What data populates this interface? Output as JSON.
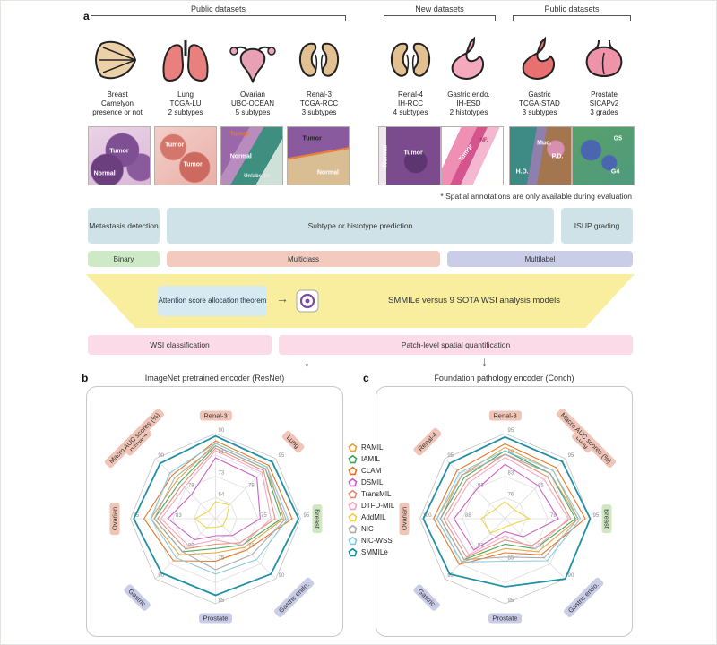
{
  "panel_a": {
    "label": "a",
    "group_brackets": [
      {
        "label": "Public datasets"
      },
      {
        "label": "New datasets"
      },
      {
        "label": "Public datasets"
      }
    ],
    "datasets": [
      {
        "organ": "Breast",
        "source": "Camelyon",
        "task": "presence or not",
        "icon": "breast-icon"
      },
      {
        "organ": "Lung",
        "source": "TCGA-LU",
        "task": "2 subtypes",
        "icon": "lung-icon"
      },
      {
        "organ": "Ovarian",
        "source": "UBC-OCEAN",
        "task": "5 subtypes",
        "icon": "uterus-icon"
      },
      {
        "organ": "Renal-3",
        "source": "TCGA-RCC",
        "task": "3 subtypes",
        "icon": "kidney-icon"
      },
      {
        "organ": "Renal-4",
        "source": "IH-RCC",
        "task": "4 subtypes",
        "icon": "kidney-icon"
      },
      {
        "organ": "Gastric endo.",
        "source": "IH-ESD",
        "task": "2 histotypes",
        "icon": "stomach-pink-icon"
      },
      {
        "organ": "Gastric",
        "source": "TCGA-STAD",
        "task": "3 subtypes",
        "icon": "stomach-red-icon"
      },
      {
        "organ": "Prostate",
        "source": "SICAPv2",
        "task": "3 grades",
        "icon": "prostate-icon"
      }
    ],
    "thumbnails": [
      {
        "name": "breast-histology",
        "labels": [
          "Tumor",
          "Normal"
        ]
      },
      {
        "name": "lung-histology",
        "labels": [
          "Tumor",
          "Tumor"
        ]
      },
      {
        "name": "ovarian-histology",
        "labels": [
          "Tumor",
          "Normal",
          "Unlabeled"
        ]
      },
      {
        "name": "renal3-histology",
        "labels": [
          "Tumor",
          "Normal"
        ]
      },
      {
        "name": "renal4-histology",
        "labels": [
          "Normal",
          "Tumor"
        ]
      },
      {
        "name": "gastric-endo-histology",
        "labels": [
          "Tumor",
          "INF."
        ]
      },
      {
        "name": "gastric-histology",
        "labels": [
          "Muc.",
          "P.D.",
          "H.D."
        ]
      },
      {
        "name": "prostate-histology",
        "labels": [
          "G5",
          "G4"
        ]
      }
    ],
    "note": "* Spatial annotations are only available during evaluation",
    "task_boxes": [
      "Metastasis detection",
      "Subtype or histotype prediction",
      "ISUP grading"
    ],
    "class_boxes": [
      {
        "label": "Binary",
        "color": "#cde9c6"
      },
      {
        "label": "Multiclass",
        "color": "#f2cabe"
      },
      {
        "label": "Multilabel",
        "color": "#c9cde8"
      }
    ],
    "funnel": {
      "attention_box": "Attention score allocation theorem",
      "arrow": "→",
      "model_text": "SMMILe versus 9 SOTA WSI analysis models"
    },
    "output_boxes": [
      "WSI classification",
      "Patch-level spatial quantification"
    ],
    "down_arrow": "↓"
  },
  "panel_b": {
    "label": "b"
  },
  "panel_c": {
    "label": "c"
  },
  "legend": {
    "items": [
      {
        "name": "RAMIL",
        "color": "#E8A13C"
      },
      {
        "name": "IAMIL",
        "color": "#3FA45B"
      },
      {
        "name": "CLAM",
        "color": "#E2711D"
      },
      {
        "name": "DSMIL",
        "color": "#C65BC4"
      },
      {
        "name": "TransMIL",
        "color": "#E58A6F"
      },
      {
        "name": "DTFD-MIL",
        "color": "#F2A3C5"
      },
      {
        "name": "AddMIL",
        "color": "#EFD23F"
      },
      {
        "name": "NIC",
        "color": "#A9A9A9"
      },
      {
        "name": "NIC-WSS",
        "color": "#84C7E0"
      },
      {
        "name": "SMMILe",
        "color": "#168AA0"
      }
    ]
  },
  "chart_data": [
    {
      "type": "radar",
      "panel": "b",
      "title": "ImageNet pretrained encoder (ResNet)",
      "scale_label": "Macro AUC scores (%)",
      "legend_position": "between-panels",
      "grid": true,
      "axes": [
        {
          "label": "Renal-3",
          "min": 55,
          "max": 90,
          "color": "salmon"
        },
        {
          "label": "Lung",
          "min": 60,
          "max": 95,
          "color": "salmon"
        },
        {
          "label": "Breast",
          "min": 55,
          "max": 95,
          "color": "green"
        },
        {
          "label": "Gastric endo.",
          "min": 65,
          "max": 90,
          "color": "lavender"
        },
        {
          "label": "Prostate",
          "min": 65,
          "max": 85,
          "color": "lavender"
        },
        {
          "label": "Gastric",
          "min": 70,
          "max": 90,
          "color": "lavender"
        },
        {
          "label": "Ovarian",
          "min": 70,
          "max": 95,
          "color": "salmon"
        },
        {
          "label": "Renal-4",
          "min": 65,
          "max": 90,
          "color": "salmon"
        }
      ],
      "series": [
        {
          "name": "RAMIL",
          "values": [
            86,
            90,
            87,
            77,
            73,
            82,
            89,
            81
          ]
        },
        {
          "name": "IAMIL",
          "values": [
            85,
            89,
            86,
            76,
            72,
            81,
            88,
            80
          ]
        },
        {
          "name": "CLAM",
          "values": [
            87,
            91,
            91,
            78,
            75,
            84,
            91,
            83
          ]
        },
        {
          "name": "DSMIL",
          "values": [
            80,
            84,
            76,
            72,
            69,
            77,
            84,
            75
          ]
        },
        {
          "name": "TransMIL",
          "values": [
            84,
            88,
            83,
            75,
            71,
            80,
            87,
            79
          ]
        },
        {
          "name": "DTFD-MIL",
          "values": [
            83,
            87,
            81,
            76,
            70,
            79,
            86,
            78
          ]
        },
        {
          "name": "AddMIL",
          "values": [
            62,
            68,
            60,
            68,
            67,
            73,
            76,
            68
          ]
        },
        {
          "name": "NIC",
          "values": [
            85,
            89,
            88,
            80,
            77,
            81,
            88,
            82
          ]
        },
        {
          "name": "NIC-WSS",
          "values": [
            86,
            90,
            89,
            82,
            78,
            83,
            89,
            84
          ]
        },
        {
          "name": "SMMILe",
          "values": [
            89,
            93,
            94,
            88,
            83,
            88,
            94,
            88
          ]
        }
      ]
    },
    {
      "type": "radar",
      "panel": "c",
      "title": "Foundation pathology encoder (Conch)",
      "scale_label": "Macro AUC scores (%)",
      "legend_position": "between-panels",
      "grid": true,
      "axes": [
        {
          "label": "Renal-3",
          "min": 70,
          "max": 95,
          "color": "salmon"
        },
        {
          "label": "Lung",
          "min": 75,
          "max": 95,
          "color": "salmon"
        },
        {
          "label": "Breast",
          "min": 60,
          "max": 95,
          "color": "green"
        },
        {
          "label": "Gastric endo.",
          "min": 70,
          "max": 90,
          "color": "lavender"
        },
        {
          "label": "Prostate",
          "min": 75,
          "max": 95,
          "color": "lavender"
        },
        {
          "label": "Gastric",
          "min": 70,
          "max": 95,
          "color": "lavender"
        },
        {
          "label": "Ovarian",
          "min": 75,
          "max": 100,
          "color": "salmon"
        },
        {
          "label": "Renal-4",
          "min": 70,
          "max": 95,
          "color": "salmon"
        }
      ],
      "series": [
        {
          "name": "RAMIL",
          "values": [
            91,
            91,
            90,
            81,
            82,
            88,
            95,
            88
          ]
        },
        {
          "name": "IAMIL",
          "values": [
            90,
            90,
            89,
            80,
            81,
            87,
            94,
            87
          ]
        },
        {
          "name": "CLAM",
          "values": [
            92,
            92,
            93,
            82,
            83,
            89,
            96,
            90
          ]
        },
        {
          "name": "DSMIL",
          "values": [
            86,
            86,
            82,
            76,
            78,
            83,
            90,
            82
          ]
        },
        {
          "name": "TransMIL",
          "values": [
            89,
            89,
            87,
            79,
            80,
            86,
            93,
            86
          ]
        },
        {
          "name": "DTFD-MIL",
          "values": [
            88,
            88,
            86,
            80,
            79,
            85,
            92,
            85
          ]
        },
        {
          "name": "AddMIL",
          "values": [
            75,
            78,
            70,
            72,
            77,
            76,
            82,
            74
          ]
        },
        {
          "name": "NIC",
          "values": [
            89,
            90,
            90,
            83,
            84,
            87,
            94,
            88
          ]
        },
        {
          "name": "NIC-WSS",
          "values": [
            90,
            91,
            91,
            84,
            85,
            88,
            95,
            89
          ]
        },
        {
          "name": "SMMILe",
          "values": [
            94,
            94,
            95,
            90,
            91,
            93,
            99,
            93
          ]
        }
      ]
    }
  ]
}
